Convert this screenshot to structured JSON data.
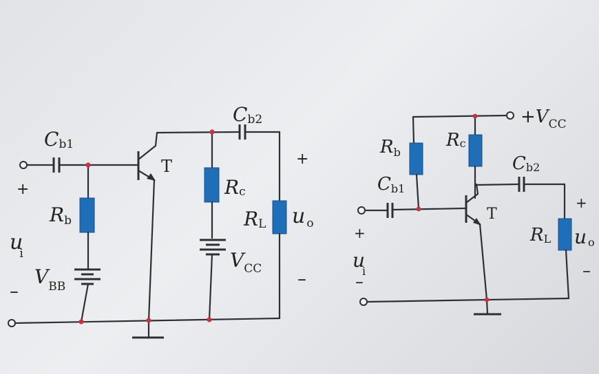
{
  "left_circuit": {
    "Cb1": {
      "main": "C",
      "sub": "b1"
    },
    "Cb2": {
      "main": "C",
      "sub": "b2"
    },
    "Rb": {
      "main": "R",
      "sub": "b"
    },
    "Rc": {
      "main": "R",
      "sub": "c"
    },
    "RL": {
      "main": "R",
      "sub": "L"
    },
    "VBB": {
      "main": "V",
      "sub": "BB"
    },
    "VCC": {
      "main": "V",
      "sub": "CC"
    },
    "T": "T",
    "ui": {
      "main": "u",
      "sub": "i"
    },
    "uo": {
      "main": "u",
      "sub": "o"
    },
    "plus": "+",
    "minus": "–"
  },
  "right_circuit": {
    "Cb1": {
      "main": "C",
      "sub": "b1"
    },
    "Cb2": {
      "main": "C",
      "sub": "b2"
    },
    "Rb": {
      "main": "R",
      "sub": "b"
    },
    "Rc": {
      "main": "R",
      "sub": "c"
    },
    "RL": {
      "main": "R",
      "sub": "L"
    },
    "VCC": {
      "prefix": "+",
      "main": "V",
      "sub": "CC"
    },
    "T": "T",
    "ui": {
      "main": "u",
      "sub": "i"
    },
    "uo": {
      "main": "u",
      "sub": "o"
    },
    "plus": "+",
    "minus": "–"
  },
  "colors": {
    "resistor": "#1f6fb8",
    "wire": "#2e2f33",
    "node": "#c8333f",
    "paper": "#e8e9ec"
  }
}
